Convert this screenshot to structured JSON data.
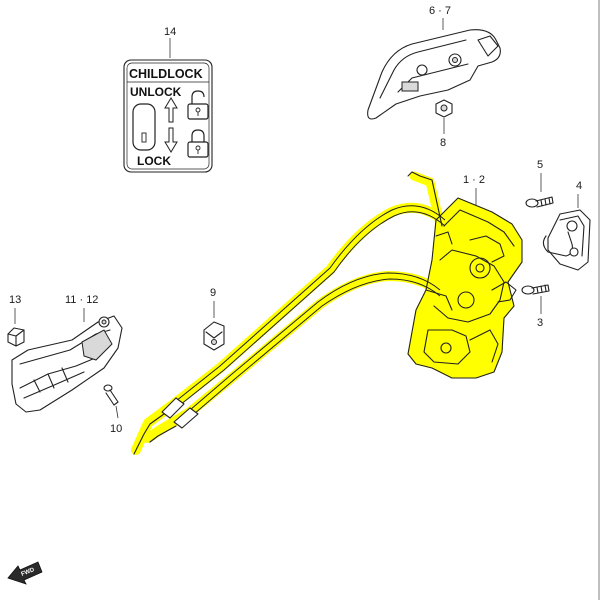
{
  "callouts": {
    "n14": "14",
    "n67": "6 · 7",
    "n8": "8",
    "n5": "5",
    "n4": "4",
    "n3": "3",
    "n12": "1 · 2",
    "n9": "9",
    "n13": "13",
    "n1112": "11 · 12",
    "n10": "10"
  },
  "label": {
    "title": "CHILDLOCK",
    "unlock": "UNLOCK",
    "lock": "LOCK"
  },
  "fwd": "FWD",
  "colors": {
    "highlight": "#ffff00",
    "ink": "#222222",
    "frame": "#bfbfbf"
  },
  "icons": [
    "lock-open-icon",
    "lock-closed-icon",
    "arrow-up-icon",
    "arrow-down-icon",
    "fwd-arrow-icon"
  ]
}
